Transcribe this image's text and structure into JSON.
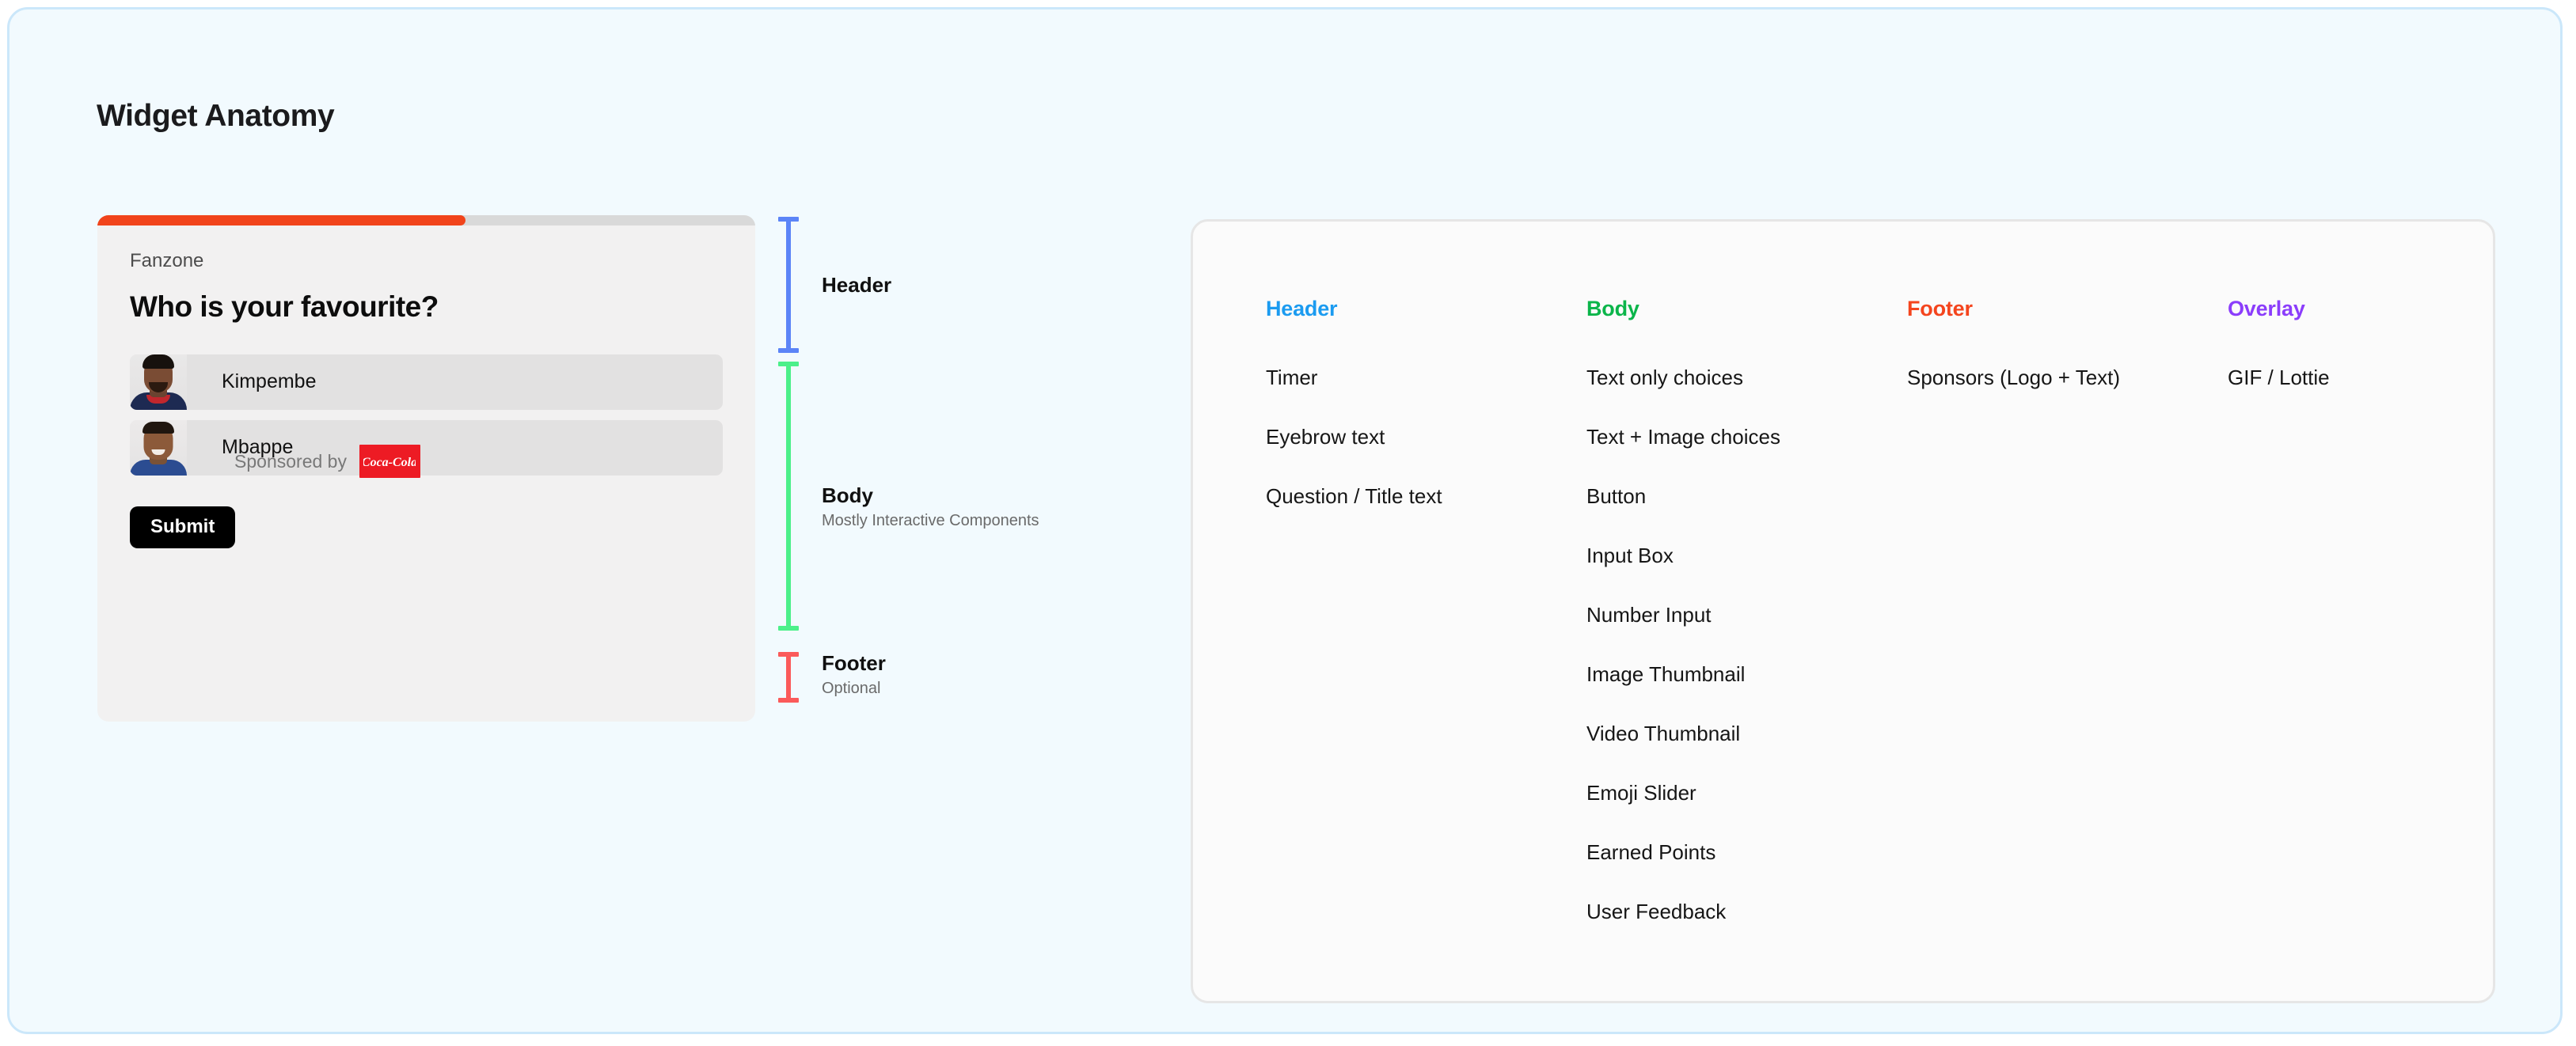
{
  "page": {
    "title": "Widget Anatomy",
    "background_color": "#f2fafe",
    "border_color": "#cbe7fa"
  },
  "widget_preview": {
    "progress": {
      "percent": 56,
      "fill_color": "#f1441b",
      "track_color": "#d9d9d9"
    },
    "eyebrow": "Fanzone",
    "question": "Who is your favourite?",
    "choices": [
      {
        "label": "Kimpembe",
        "thumbnail": "player-portrait-kimpembe"
      },
      {
        "label": "Mbappe",
        "thumbnail": "player-portrait-mbappe"
      }
    ],
    "submit_label": "Submit",
    "sponsor": {
      "text": "Sponsored by",
      "logo_name": "coca-cola-logo",
      "logo_text": "Coca-Cola",
      "logo_color": "#ed1b24"
    }
  },
  "annotations": [
    {
      "key": "header",
      "title": "Header",
      "subtitle": "",
      "color": "#5b84f7"
    },
    {
      "key": "body",
      "title": "Body",
      "subtitle": "Mostly Interactive Components",
      "color": "#4cf08a"
    },
    {
      "key": "footer",
      "title": "Footer",
      "subtitle": "Optional",
      "color": "#fb5a5a"
    }
  ],
  "reference_panel": {
    "columns": [
      {
        "title": "Header",
        "color": "#1b9bf0",
        "items": [
          "Timer",
          "Eyebrow text",
          "Question / Title text"
        ]
      },
      {
        "title": "Body",
        "color": "#0bb54a",
        "items": [
          "Text only choices",
          "Text + Image choices",
          "Button",
          "Input Box",
          "Number Input",
          "Image Thumbnail",
          "Video Thumbnail",
          "Emoji Slider",
          "Earned Points",
          "User Feedback"
        ]
      },
      {
        "title": "Footer",
        "color": "#f4451e",
        "items": [
          "Sponsors (Logo + Text)"
        ]
      },
      {
        "title": "Overlay",
        "color": "#8b3dfb",
        "items": [
          "GIF / Lottie"
        ]
      }
    ]
  }
}
